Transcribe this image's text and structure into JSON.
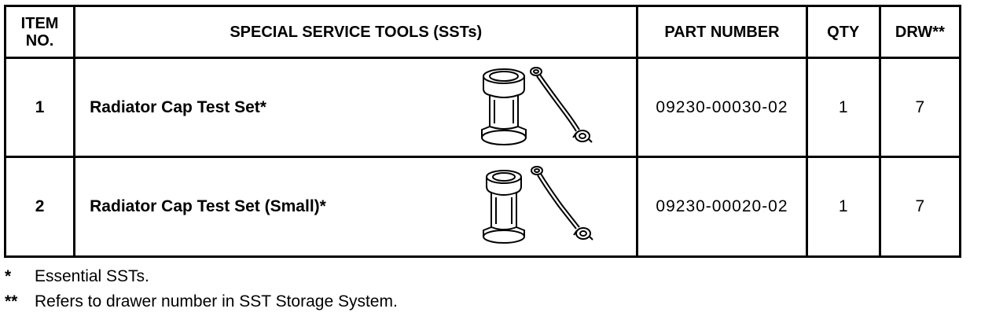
{
  "header": {
    "item_no": "ITEM NO.",
    "tools": "SPECIAL SERVICE TOOLS (SSTs)",
    "part_number": "PART NUMBER",
    "qty": "QTY",
    "drw": "DRW**"
  },
  "rows": [
    {
      "item": "1",
      "tool": "Radiator Cap Test Set*",
      "part_number": "09230-00030-02",
      "qty": "1",
      "drw": "7",
      "illustration": "radiator-cap-tester-icon"
    },
    {
      "item": "2",
      "tool": "Radiator Cap Test Set (Small)*",
      "part_number": "09230-00020-02",
      "qty": "1",
      "drw": "7",
      "illustration": "radiator-cap-tester-small-icon"
    }
  ],
  "footnotes": [
    {
      "mark": "*",
      "text": "Essential SSTs."
    },
    {
      "mark": "**",
      "text": "Refers to drawer number in SST Storage System."
    }
  ]
}
